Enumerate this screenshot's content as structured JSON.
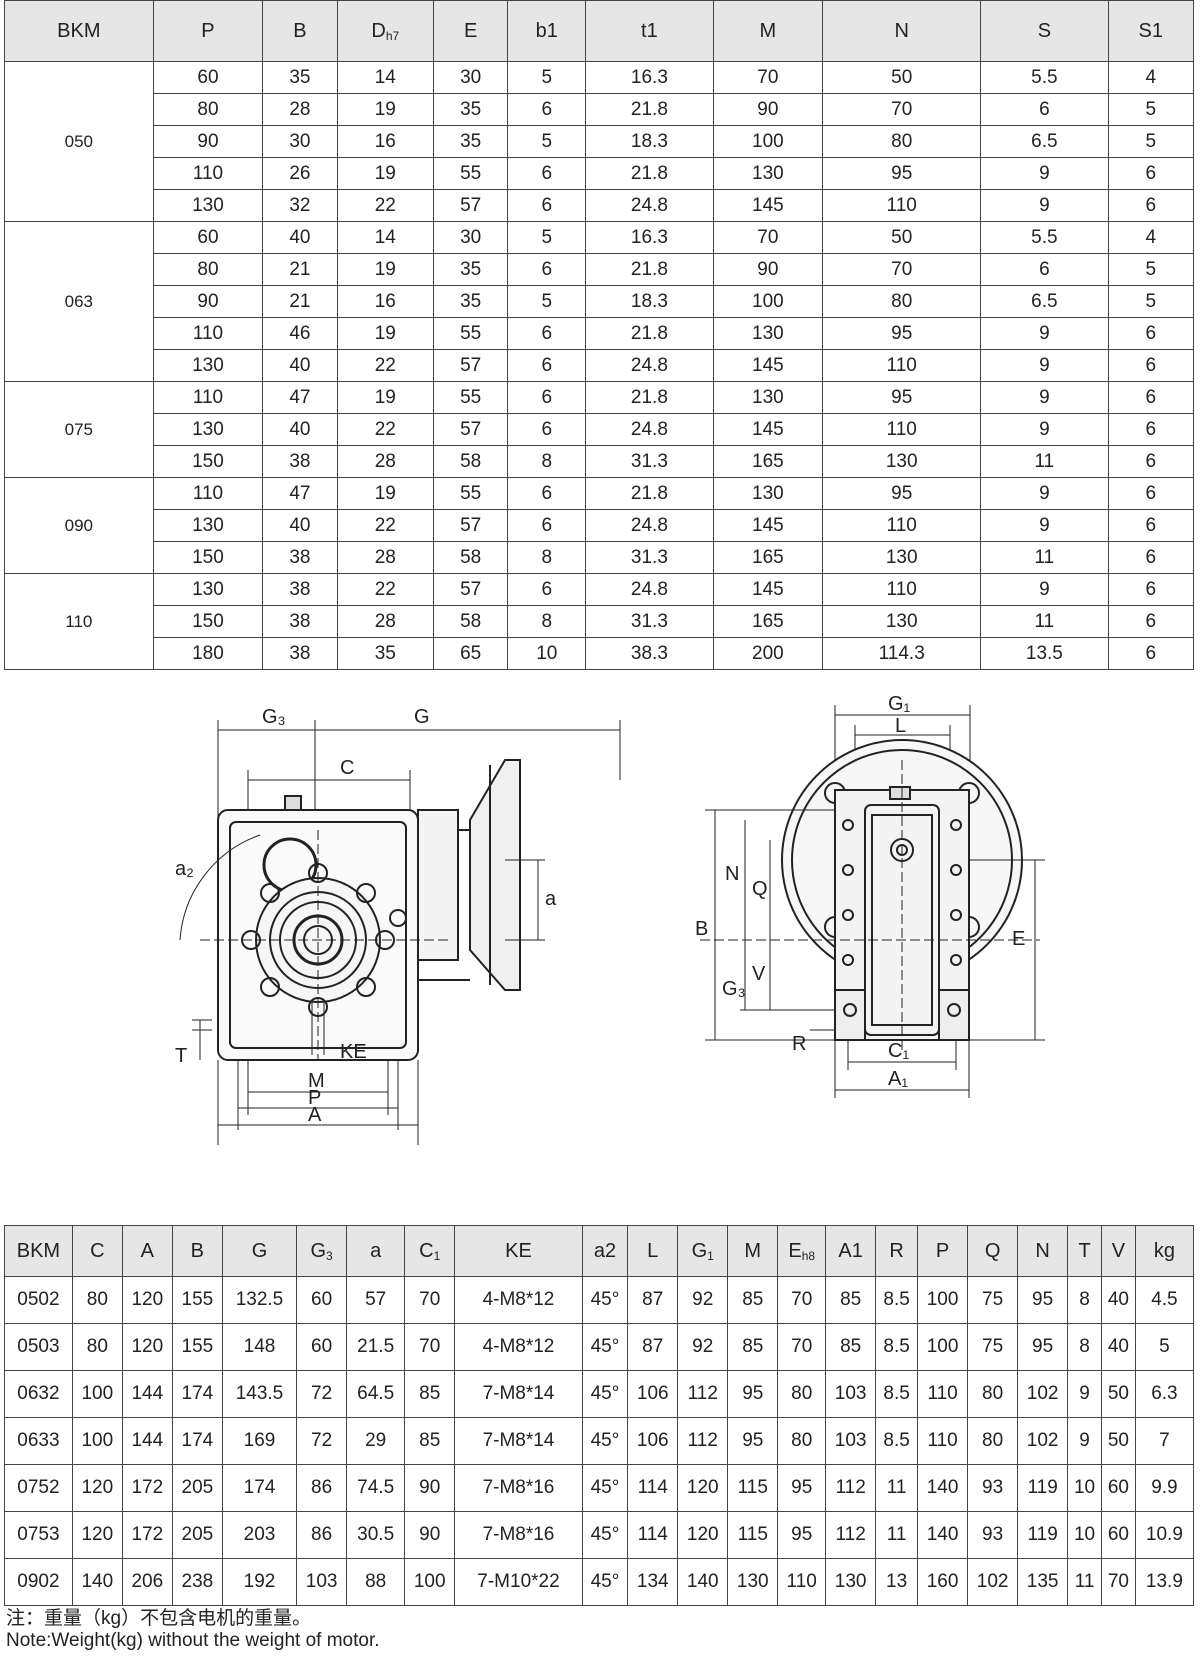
{
  "top_table": {
    "headers": [
      {
        "main": "BKM",
        "sub": ""
      },
      {
        "main": "P",
        "sub": ""
      },
      {
        "main": "B",
        "sub": ""
      },
      {
        "main": "D",
        "sub": "h7"
      },
      {
        "main": "E",
        "sub": ""
      },
      {
        "main": "b1",
        "sub": ""
      },
      {
        "main": "t1",
        "sub": ""
      },
      {
        "main": "M",
        "sub": ""
      },
      {
        "main": "N",
        "sub": ""
      },
      {
        "main": "S",
        "sub": ""
      },
      {
        "main": "S1",
        "sub": ""
      }
    ],
    "groups": [
      {
        "bkm": "050",
        "rows": [
          [
            "60",
            "35",
            "14",
            "30",
            "5",
            "16.3",
            "70",
            "50",
            "5.5",
            "4"
          ],
          [
            "80",
            "28",
            "19",
            "35",
            "6",
            "21.8",
            "90",
            "70",
            "6",
            "5"
          ],
          [
            "90",
            "30",
            "16",
            "35",
            "5",
            "18.3",
            "100",
            "80",
            "6.5",
            "5"
          ],
          [
            "110",
            "26",
            "19",
            "55",
            "6",
            "21.8",
            "130",
            "95",
            "9",
            "6"
          ],
          [
            "130",
            "32",
            "22",
            "57",
            "6",
            "24.8",
            "145",
            "110",
            "9",
            "6"
          ]
        ]
      },
      {
        "bkm": "063",
        "rows": [
          [
            "60",
            "40",
            "14",
            "30",
            "5",
            "16.3",
            "70",
            "50",
            "5.5",
            "4"
          ],
          [
            "80",
            "21",
            "19",
            "35",
            "6",
            "21.8",
            "90",
            "70",
            "6",
            "5"
          ],
          [
            "90",
            "21",
            "16",
            "35",
            "5",
            "18.3",
            "100",
            "80",
            "6.5",
            "5"
          ],
          [
            "110",
            "46",
            "19",
            "55",
            "6",
            "21.8",
            "130",
            "95",
            "9",
            "6"
          ],
          [
            "130",
            "40",
            "22",
            "57",
            "6",
            "24.8",
            "145",
            "110",
            "9",
            "6"
          ]
        ]
      },
      {
        "bkm": "075",
        "rows": [
          [
            "110",
            "47",
            "19",
            "55",
            "6",
            "21.8",
            "130",
            "95",
            "9",
            "6"
          ],
          [
            "130",
            "40",
            "22",
            "57",
            "6",
            "24.8",
            "145",
            "110",
            "9",
            "6"
          ],
          [
            "150",
            "38",
            "28",
            "58",
            "8",
            "31.3",
            "165",
            "130",
            "11",
            "6"
          ]
        ]
      },
      {
        "bkm": "090",
        "rows": [
          [
            "110",
            "47",
            "19",
            "55",
            "6",
            "21.8",
            "130",
            "95",
            "9",
            "6"
          ],
          [
            "130",
            "40",
            "22",
            "57",
            "6",
            "24.8",
            "145",
            "110",
            "9",
            "6"
          ],
          [
            "150",
            "38",
            "28",
            "58",
            "8",
            "31.3",
            "165",
            "130",
            "11",
            "6"
          ]
        ]
      },
      {
        "bkm": "110",
        "rows": [
          [
            "130",
            "38",
            "22",
            "57",
            "6",
            "24.8",
            "145",
            "110",
            "9",
            "6"
          ],
          [
            "150",
            "38",
            "28",
            "58",
            "8",
            "31.3",
            "165",
            "130",
            "11",
            "6"
          ],
          [
            "180",
            "38",
            "35",
            "65",
            "10",
            "38.3",
            "200",
            "114.3",
            "13.5",
            "6"
          ]
        ]
      }
    ]
  },
  "drawing_labels": {
    "left": {
      "g3": "G₃",
      "g": "G",
      "c": "C",
      "a2": "a₂",
      "a": "a",
      "t": "T",
      "ke": "KE",
      "m": "M",
      "p": "P",
      "a_width": "A"
    },
    "right": {
      "g1": "G₁",
      "l": "L",
      "n": "N",
      "q": "Q",
      "b": "B",
      "v": "V",
      "g3": "G₃",
      "e": "E",
      "r": "R",
      "c1": "C₁",
      "a1": "A₁"
    }
  },
  "bottom_table": {
    "headers": [
      {
        "main": "BKM",
        "sub": ""
      },
      {
        "main": "C",
        "sub": ""
      },
      {
        "main": "A",
        "sub": ""
      },
      {
        "main": "B",
        "sub": ""
      },
      {
        "main": "G",
        "sub": ""
      },
      {
        "main": "G",
        "sub": "3"
      },
      {
        "main": "a",
        "sub": ""
      },
      {
        "main": "C",
        "sub": "1"
      },
      {
        "main": "KE",
        "sub": ""
      },
      {
        "main": "a2",
        "sub": ""
      },
      {
        "main": "L",
        "sub": ""
      },
      {
        "main": "G",
        "sub": "1"
      },
      {
        "main": "M",
        "sub": ""
      },
      {
        "main": "E",
        "sub": "h8"
      },
      {
        "main": "A1",
        "sub": ""
      },
      {
        "main": "R",
        "sub": ""
      },
      {
        "main": "P",
        "sub": ""
      },
      {
        "main": "Q",
        "sub": ""
      },
      {
        "main": "N",
        "sub": ""
      },
      {
        "main": "T",
        "sub": ""
      },
      {
        "main": "V",
        "sub": ""
      },
      {
        "main": "kg",
        "sub": ""
      }
    ],
    "rows": [
      [
        "0502",
        "80",
        "120",
        "155",
        "132.5",
        "60",
        "57",
        "70",
        "4-M8*12",
        "45°",
        "87",
        "92",
        "85",
        "70",
        "85",
        "8.5",
        "100",
        "75",
        "95",
        "8",
        "40",
        "4.5"
      ],
      [
        "0503",
        "80",
        "120",
        "155",
        "148",
        "60",
        "21.5",
        "70",
        "4-M8*12",
        "45°",
        "87",
        "92",
        "85",
        "70",
        "85",
        "8.5",
        "100",
        "75",
        "95",
        "8",
        "40",
        "5"
      ],
      [
        "0632",
        "100",
        "144",
        "174",
        "143.5",
        "72",
        "64.5",
        "85",
        "7-M8*14",
        "45°",
        "106",
        "112",
        "95",
        "80",
        "103",
        "8.5",
        "110",
        "80",
        "102",
        "9",
        "50",
        "6.3"
      ],
      [
        "0633",
        "100",
        "144",
        "174",
        "169",
        "72",
        "29",
        "85",
        "7-M8*14",
        "45°",
        "106",
        "112",
        "95",
        "80",
        "103",
        "8.5",
        "110",
        "80",
        "102",
        "9",
        "50",
        "7"
      ],
      [
        "0752",
        "120",
        "172",
        "205",
        "174",
        "86",
        "74.5",
        "90",
        "7-M8*16",
        "45°",
        "114",
        "120",
        "115",
        "95",
        "112",
        "11",
        "140",
        "93",
        "119",
        "10",
        "60",
        "9.9"
      ],
      [
        "0753",
        "120",
        "172",
        "205",
        "203",
        "86",
        "30.5",
        "90",
        "7-M8*16",
        "45°",
        "114",
        "120",
        "115",
        "95",
        "112",
        "11",
        "140",
        "93",
        "119",
        "10",
        "60",
        "10.9"
      ],
      [
        "0902",
        "140",
        "206",
        "238",
        "192",
        "103",
        "88",
        "100",
        "7-M10*22",
        "45°",
        "134",
        "140",
        "130",
        "110",
        "130",
        "13",
        "160",
        "102",
        "135",
        "11",
        "70",
        "13.9"
      ]
    ]
  },
  "notes": {
    "cn": "注：重量（kg）不包含电机的重量。",
    "en": "Note:Weight(kg) without the weight of motor."
  }
}
